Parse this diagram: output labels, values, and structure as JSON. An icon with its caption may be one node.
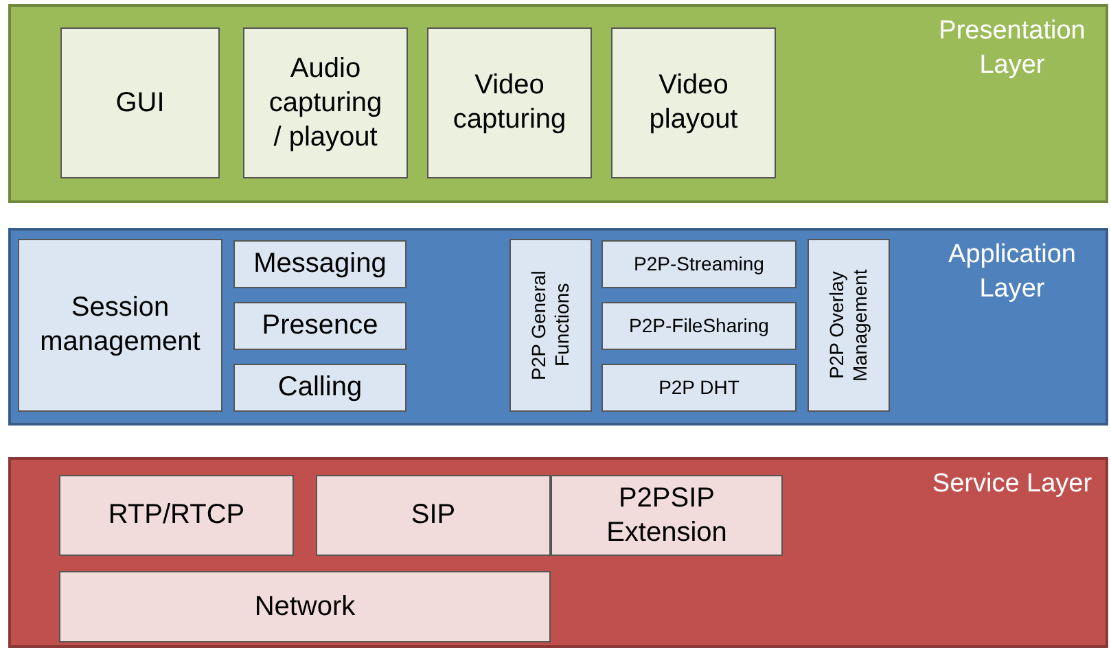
{
  "diagram": {
    "nodes": [
      {
        "text": [
          "Presentation Layer"
        ]
      },
      {
        "text": [
          "GUI"
        ],
        "in": 0
      },
      {
        "text": [
          "Audio capturing / playout"
        ],
        "in": 0
      },
      {
        "text": [
          "Video capturing"
        ],
        "in": 0
      },
      {
        "text": [
          "Video playout"
        ],
        "in": 0
      },
      {
        "text": [
          "Application Layer"
        ]
      },
      {
        "text": [
          "Session management"
        ],
        "in": 5
      },
      {
        "text": [
          "Messaging"
        ],
        "in": 5
      },
      {
        "text": [
          "Presence"
        ],
        "in": 5
      },
      {
        "text": [
          "Calling"
        ],
        "in": 5
      },
      {
        "text": [
          "P2P General Functions"
        ],
        "in": 5
      },
      {
        "text": [
          "P2P-Streaming"
        ],
        "in": 5
      },
      {
        "text": [
          "P2P-FileSharing"
        ],
        "in": 5
      },
      {
        "text": [
          "P2P DHT"
        ],
        "in": 5
      },
      {
        "text": [
          "P2P Overlay Management"
        ],
        "in": 5
      },
      {
        "text": [
          "Service Layer"
        ]
      },
      {
        "text": [
          "RTP/RTCP"
        ],
        "in": 15
      },
      {
        "text": [
          "SIP"
        ],
        "in": 15
      },
      {
        "text": [
          "P2PSIP Extension"
        ],
        "in": 15
      },
      {
        "text": [
          "Network"
        ],
        "in": 15
      }
    ],
    "edges": []
  }
}
